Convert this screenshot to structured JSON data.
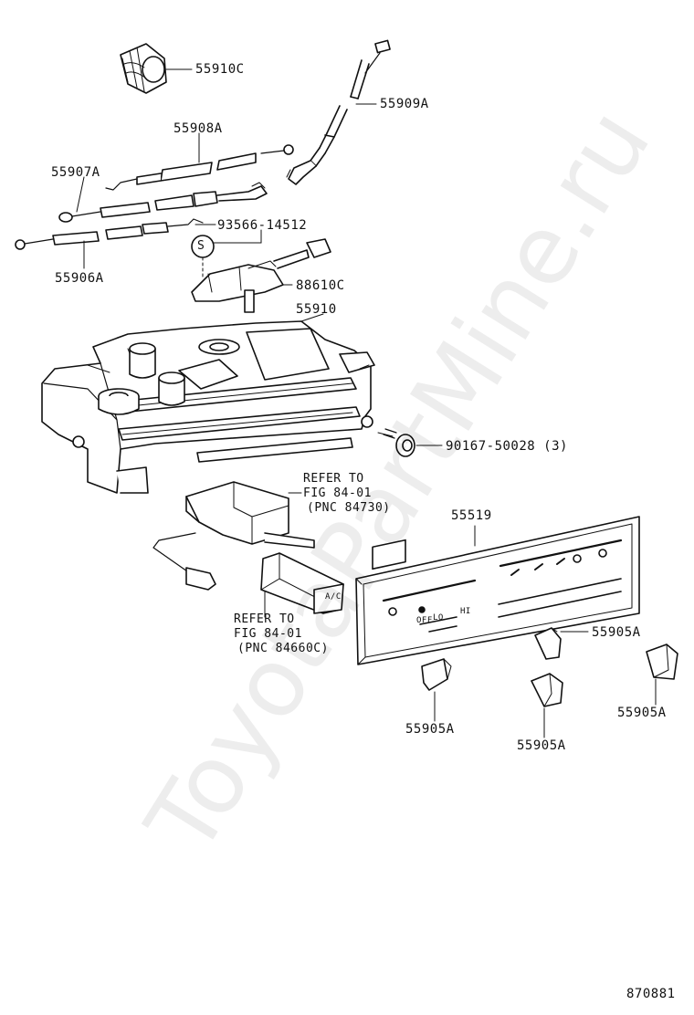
{
  "labels": {
    "p55910C": "55910C",
    "p55909A": "55909A",
    "p55908A": "55908A",
    "p55907A": "55907A",
    "p93566": "93566-14512",
    "p55906A": "55906A",
    "s_mark": "S",
    "p88610C": "88610C",
    "p55910": "55910",
    "p90167": "90167-50028 (3)",
    "ref1_l1": "REFER TO",
    "ref1_l2": "FIG 84-01",
    "ref1_l3": "(PNC 84730)",
    "p55519": "55519",
    "ref2_l1": "REFER TO",
    "ref2_l2": "FIG 84-01",
    "ref2_l3": "(PNC 84660C)",
    "p55905A_1": "55905A",
    "p55905A_2": "55905A",
    "p55905A_3": "55905A",
    "p55905A_4": "55905A",
    "fig_number": "870881"
  },
  "panel_text": {
    "off": "OFF",
    "lo": "LO",
    "hi": "HI",
    "ac": "A/C"
  },
  "watermark": "ToyotaPartMine.ru"
}
